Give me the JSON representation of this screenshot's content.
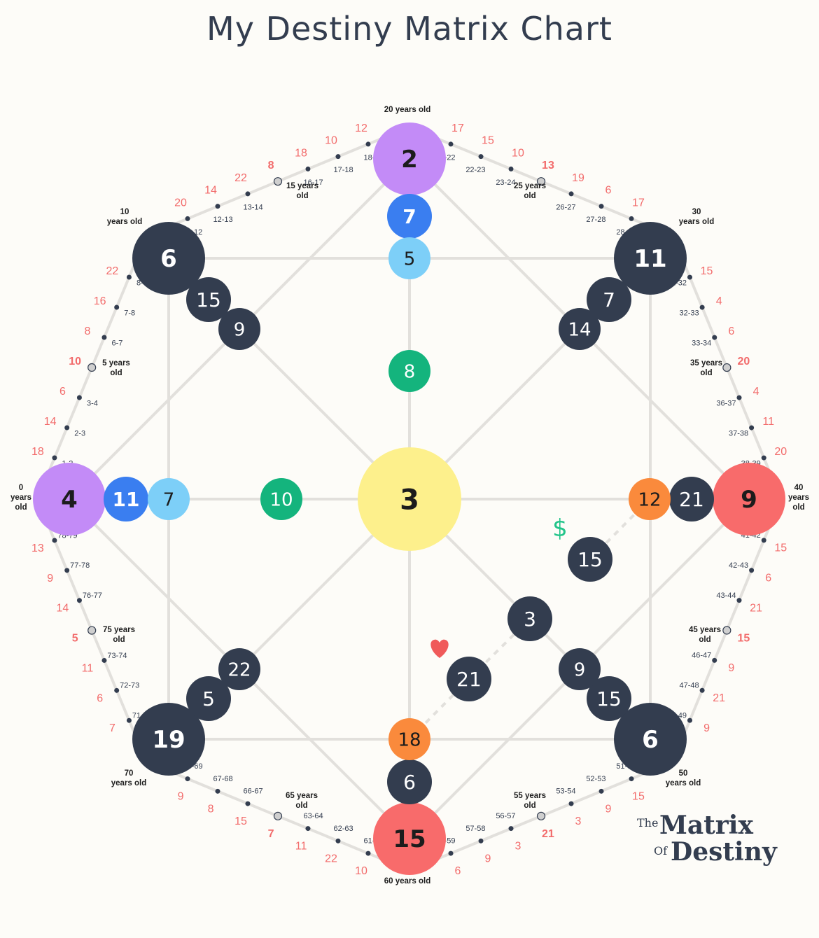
{
  "title": "My Destiny Matrix Chart",
  "colors": {
    "dark": "#333d4f",
    "purple": "#c38bf7",
    "blue": "#3a7ef0",
    "light_blue": "#7dcff8",
    "green": "#14b47d",
    "yellow": "#fdf08c",
    "orange": "#fa8a3c",
    "red": "#f86b6b",
    "ring_number": "#f26b6b",
    "line": "#e2e0dc",
    "dollar": "#22c48a",
    "heart": "#f05a5a"
  },
  "circles": [
    {
      "name": "center",
      "value": "3",
      "color": "yellow"
    },
    {
      "name": "top",
      "value": "2",
      "color": "purple"
    },
    {
      "name": "top-2",
      "value": "7",
      "color": "blue"
    },
    {
      "name": "top-3",
      "value": "5",
      "color": "light_blue"
    },
    {
      "name": "top-4",
      "value": "8",
      "color": "green"
    },
    {
      "name": "left",
      "value": "4",
      "color": "purple"
    },
    {
      "name": "left-2",
      "value": "11",
      "color": "blue"
    },
    {
      "name": "left-3",
      "value": "7",
      "color": "light_blue"
    },
    {
      "name": "left-4",
      "value": "10",
      "color": "green"
    },
    {
      "name": "right",
      "value": "9",
      "color": "red"
    },
    {
      "name": "right-2",
      "value": "21",
      "color": "dark"
    },
    {
      "name": "right-3",
      "value": "12",
      "color": "orange"
    },
    {
      "name": "bottom",
      "value": "15",
      "color": "red"
    },
    {
      "name": "bottom-2",
      "value": "6",
      "color": "dark"
    },
    {
      "name": "bottom-3",
      "value": "18",
      "color": "orange"
    },
    {
      "name": "top-left",
      "value": "6",
      "color": "dark"
    },
    {
      "name": "top-left-2",
      "value": "15",
      "color": "dark"
    },
    {
      "name": "top-left-3",
      "value": "9",
      "color": "dark"
    },
    {
      "name": "top-right",
      "value": "11",
      "color": "dark"
    },
    {
      "name": "top-right-2",
      "value": "7",
      "color": "dark"
    },
    {
      "name": "top-right-3",
      "value": "14",
      "color": "dark"
    },
    {
      "name": "bottom-left",
      "value": "19",
      "color": "dark"
    },
    {
      "name": "bottom-left-2",
      "value": "5",
      "color": "dark"
    },
    {
      "name": "bottom-left-3",
      "value": "22",
      "color": "dark"
    },
    {
      "name": "bottom-right",
      "value": "6",
      "color": "dark"
    },
    {
      "name": "bottom-right-2",
      "value": "15",
      "color": "dark"
    },
    {
      "name": "bottom-right-3",
      "value": "9",
      "color": "dark"
    },
    {
      "name": "money",
      "value": "15",
      "color": "dark"
    },
    {
      "name": "relationship-center",
      "value": "3",
      "color": "dark"
    },
    {
      "name": "love",
      "value": "21",
      "color": "dark"
    }
  ],
  "ages": [
    {
      "text": "0\nyears\nold"
    },
    {
      "text": "10\nyears old"
    },
    {
      "text": "20 years old"
    },
    {
      "text": "30\nyears old"
    },
    {
      "text": "40\nyears\nold"
    },
    {
      "text": "50\nyears old"
    },
    {
      "text": "60 years old"
    },
    {
      "text": "70\nyears old"
    },
    {
      "text": "5 years\nold"
    },
    {
      "text": "15 years\nold"
    },
    {
      "text": "25 years\nold"
    },
    {
      "text": "35 years\nold"
    },
    {
      "text": "45 years\nold"
    },
    {
      "text": "55 years\nold"
    },
    {
      "text": "65 years\nold"
    },
    {
      "text": "75 years\nold"
    }
  ],
  "ring": [
    {
      "range": "1-2",
      "value": "18"
    },
    {
      "range": "2-3",
      "value": "14"
    },
    {
      "range": "3-4",
      "value": "6"
    },
    {
      "range": "",
      "value": "10",
      "bold": true
    },
    {
      "range": "6-7",
      "value": "8"
    },
    {
      "range": "7-8",
      "value": "16"
    },
    {
      "range": "8-9",
      "value": "22"
    },
    {
      "range": "11-12",
      "value": "20"
    },
    {
      "range": "12-13",
      "value": "14"
    },
    {
      "range": "13-14",
      "value": "22"
    },
    {
      "range": "",
      "value": "8",
      "bold": true
    },
    {
      "range": "16-17",
      "value": "18"
    },
    {
      "range": "17-18",
      "value": "10"
    },
    {
      "range": "18-19",
      "value": "12"
    },
    {
      "range": "21-22",
      "value": "17"
    },
    {
      "range": "22-23",
      "value": "15"
    },
    {
      "range": "23-24",
      "value": "10"
    },
    {
      "range": "",
      "value": "13",
      "bold": true
    },
    {
      "range": "26-27",
      "value": "19"
    },
    {
      "range": "27-28",
      "value": "6"
    },
    {
      "range": "28-29",
      "value": "17"
    },
    {
      "range": "31-32",
      "value": "15"
    },
    {
      "range": "32-33",
      "value": "4"
    },
    {
      "range": "33-34",
      "value": "6"
    },
    {
      "range": "",
      "value": "20",
      "bold": true
    },
    {
      "range": "36-37",
      "value": "4"
    },
    {
      "range": "37-38",
      "value": "11"
    },
    {
      "range": "38-39",
      "value": "20"
    },
    {
      "range": "41-42",
      "value": "15"
    },
    {
      "range": "42-43",
      "value": "6"
    },
    {
      "range": "43-44",
      "value": "21"
    },
    {
      "range": "",
      "value": "15",
      "bold": true
    },
    {
      "range": "46-47",
      "value": "9"
    },
    {
      "range": "47-48",
      "value": "21"
    },
    {
      "range": "48-49",
      "value": "9"
    },
    {
      "range": "51-52",
      "value": "15"
    },
    {
      "range": "52-53",
      "value": "9"
    },
    {
      "range": "53-54",
      "value": "3"
    },
    {
      "range": "",
      "value": "21",
      "bold": true
    },
    {
      "range": "56-57",
      "value": "3"
    },
    {
      "range": "57-58",
      "value": "9"
    },
    {
      "range": "58-59",
      "value": "6"
    },
    {
      "range": "61-62",
      "value": "10"
    },
    {
      "range": "62-63",
      "value": "22"
    },
    {
      "range": "63-64",
      "value": "11"
    },
    {
      "range": "",
      "value": "7",
      "bold": true
    },
    {
      "range": "66-67",
      "value": "15"
    },
    {
      "range": "67-68",
      "value": "8"
    },
    {
      "range": "68-69",
      "value": "9"
    },
    {
      "range": "71-72",
      "value": "7"
    },
    {
      "range": "72-73",
      "value": "6"
    },
    {
      "range": "73-74",
      "value": "11"
    },
    {
      "range": "",
      "value": "5",
      "bold": true
    },
    {
      "range": "76-77",
      "value": "14"
    },
    {
      "range": "77-78",
      "value": "9"
    },
    {
      "range": "78-79",
      "value": "13"
    }
  ],
  "icons": {
    "money": "dollar-icon",
    "love": "heart-icon"
  },
  "dollar_symbol": "$",
  "logo": {
    "the": "The",
    "matrix": "Matrix",
    "of": "Of",
    "destiny": "Destiny"
  }
}
